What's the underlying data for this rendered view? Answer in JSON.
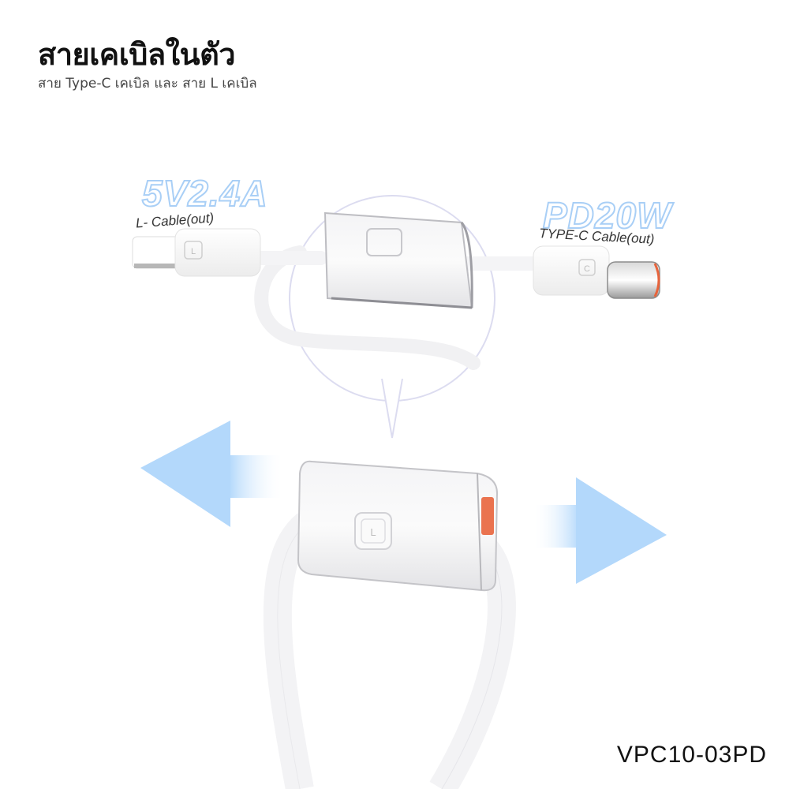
{
  "header": {
    "title": "สายเคเบิลในตัว",
    "subtitle": "สาย Type-C เคเบิล และ สาย L เคเบิล"
  },
  "left_connector": {
    "spec": "5V2.4A",
    "label": "L- Cable(out)",
    "badge": "L"
  },
  "right_connector": {
    "spec": "PD20W",
    "label": "TYPE-C Cable(out)",
    "badge": "C"
  },
  "product": {
    "badge": "L",
    "model": "VPC10-03PD"
  },
  "colors": {
    "arrow": "#b3d8fb",
    "spec_outline": "#a9cff6",
    "callout_circle": "#dcdcf0",
    "usb_c_accent": "#e8643c"
  },
  "icons": [
    "arrow-left-icon",
    "arrow-right-icon",
    "callout-bubble-icon"
  ]
}
